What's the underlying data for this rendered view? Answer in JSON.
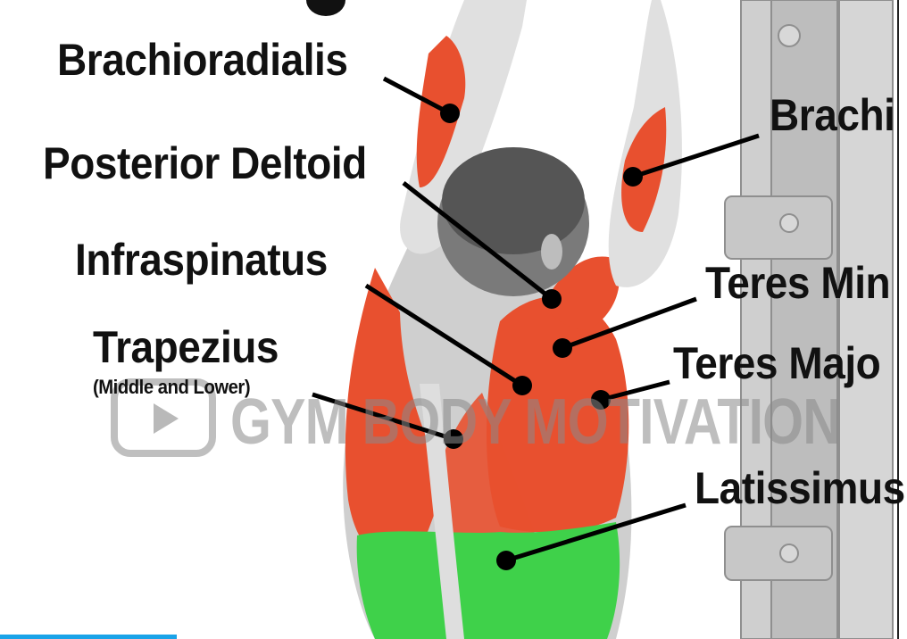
{
  "labels": {
    "brachioradialis": "Brachioradialis",
    "posterior_deltoid": "Posterior Deltoid",
    "infraspinatus": "Infraspinatus",
    "trapezius": "Trapezius",
    "trapezius_sub": "(Middle and Lower)",
    "brachialis": "Brachi",
    "teres_minor": "Teres Min",
    "teres_major": "Teres Majo",
    "latissimus": "Latissimus"
  },
  "watermark": {
    "text": "GYM BODY MOTIVATION",
    "icon": "play-icon"
  },
  "colors": {
    "muscle_red": "#e8502f",
    "latissimus_green": "#3fd14a",
    "skin_gray": "#cfcfcf",
    "progress_blue": "#1aa3e8"
  },
  "video": {
    "progress_fraction": 0.195
  }
}
